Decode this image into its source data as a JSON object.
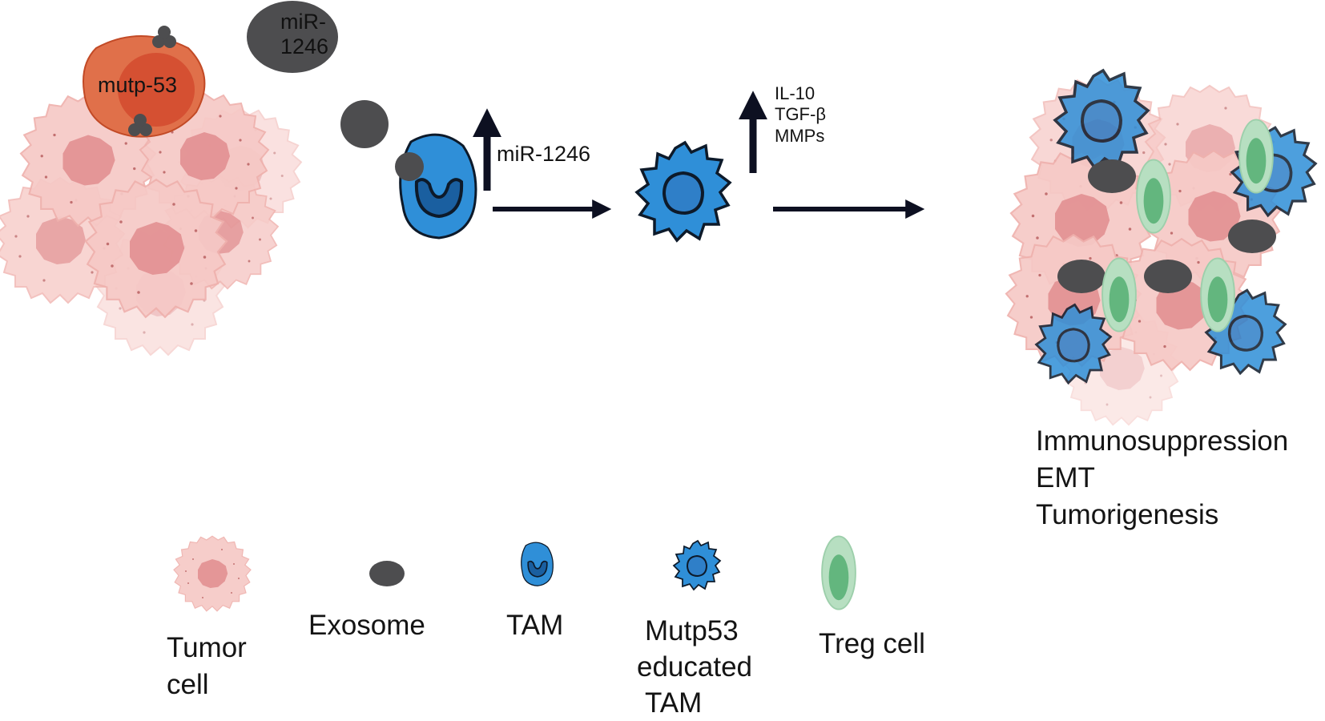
{
  "primary_tumor": {
    "mutp53_label": "mutp-53",
    "mirna_bubble": [
      "miR-",
      "1246"
    ]
  },
  "step1": {
    "upregulated_label": "miR-1246"
  },
  "step2": {
    "secreted_factors": [
      "IL-10",
      "TGF-β",
      "MMPs"
    ]
  },
  "outcomes": [
    "Immunosuppression",
    "EMT",
    "Tumorigenesis"
  ],
  "legend": {
    "tumor_cell": [
      "Tumor",
      "cell"
    ],
    "exosome": "Exosome",
    "tam": "TAM",
    "educated_tam": [
      "Mutp53",
      "educated",
      "TAM"
    ],
    "treg": "Treg cell"
  },
  "colors": {
    "tumor_fill": "#f6c9c6",
    "tumor_nucleus": "#e08c8e",
    "mutp53_outer": "#e0704a",
    "mutp53_inner": "#d24a2e",
    "exosome": "#4d4d4f",
    "tam_blue": "#2f8fd8",
    "treg_outer": "#b7dfc1",
    "treg_inner": "#63b67e",
    "arrow": "#0d1021"
  }
}
